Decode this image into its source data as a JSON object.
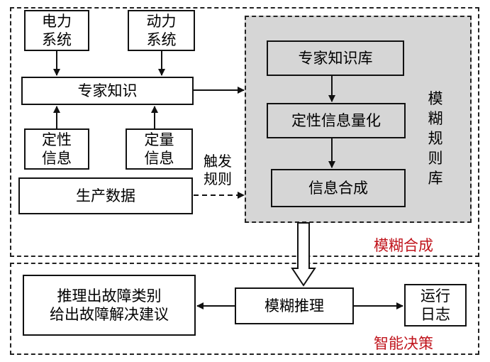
{
  "regions": {
    "fuzzy_synthesis_label": "模糊合成",
    "smart_decision_label": "智能决策",
    "rule_base_label": "模糊\n规则\n库"
  },
  "nodes": {
    "power_system": "电力\n系统",
    "dynamic_system": "动力\n系统",
    "expert_knowledge": "专家知识",
    "qualitative_info": "定性\n信息",
    "quantitative_info": "定量\n信息",
    "production_data": "生产数据",
    "trigger_rule": "触发\n规则",
    "expert_kb": "专家知识库",
    "qualitative_quantify": "定性信息量化",
    "info_synthesis": "信息合成",
    "fuzzy_inference": "模糊推理",
    "inference_output": "推理出故障类别\n给出故障解决建议",
    "run_log": "运行\n日志"
  },
  "colors": {
    "accent_red": "#c0141c",
    "gray_fill": "#d6d6d6"
  }
}
